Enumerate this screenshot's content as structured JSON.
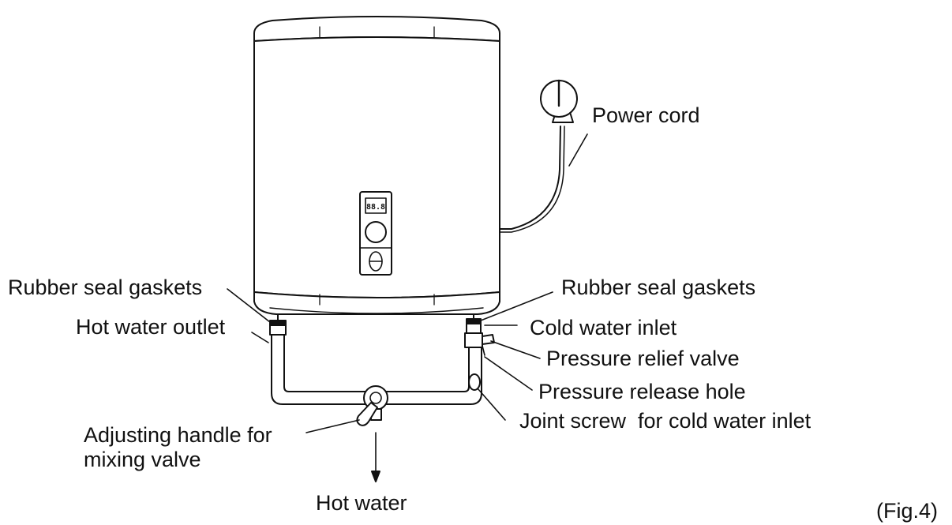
{
  "labels": {
    "power_cord": "Power cord",
    "rubber_seal_left": "Rubber seal gaskets",
    "rubber_seal_right": "Rubber seal gaskets",
    "hot_water_outlet": "Hot water outlet",
    "cold_water_inlet": "Cold water inlet",
    "pressure_relief_valve": "Pressure relief valve",
    "pressure_release_hole": "Pressure release hole",
    "joint_screw": "Joint screw  for cold water inlet",
    "adjusting_handle_line1": "Adjusting handle for",
    "adjusting_handle_line2": "mixing valve",
    "hot_water": "Hot water",
    "figure_number": "(Fig.4)"
  },
  "display_readout": "88.8",
  "colors": {
    "line": "#111111",
    "background": "#ffffff"
  }
}
